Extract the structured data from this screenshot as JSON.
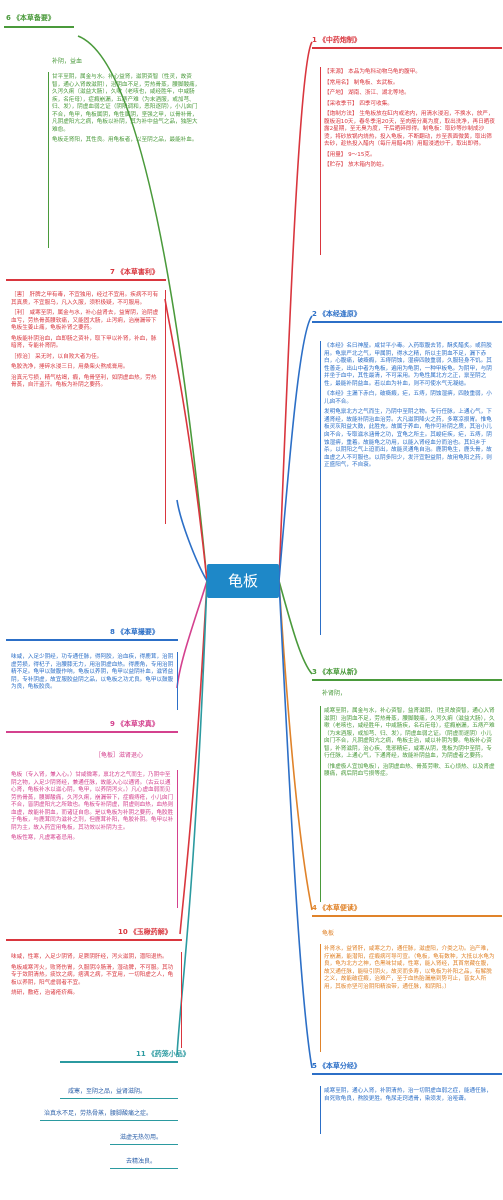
{
  "center": {
    "title": "龟板"
  },
  "colors": {
    "red": "#d9363e",
    "blue": "#2c6fc7",
    "orange": "#e0832a",
    "green": "#4a9a3b",
    "purple": "#7b4aa8",
    "pink": "#d4418e",
    "teal": "#2b9aa0",
    "darkblue": "#1e88c8"
  },
  "branches": {
    "b1": {
      "num": "1",
      "title": "《中药炮制》",
      "paras": [
        "【来源】 本品为龟科动物乌龟的腹甲。",
        "【常用名】 制龟板、玄武板。",
        "【产地】 湖南、浙江、湖北等地。",
        "【采收季节】 四季可收集。",
        "【炮制方法】 生龟板放在缸内或池内，用清水浸泡，不换水，放严，腹板泡10天，春冬季泡20天，至肉筋分离为度，取出洗净，再日晒夜露2星期，至无臭为度，干后晒碎即得。制龟板：取砂等炒制成沙烫，将砂放锅内烧热，投入龟板，不断翻动，炒至表面微黄，取出筛去砂，趁热投入醋内（每斤用醋4两）用醋浸透炒干，取出即得。",
        "【用量】 9～15克。",
        "【贮存】 放木箱内防蛀。"
      ]
    },
    "b2": {
      "num": "2",
      "title": "《本经逢原》",
      "paras": [
        "《本经》名曰神屋。咸甘平小毒。入药取腹去背，酥炙醋炙。或煎胶用。龟禀严北之气，甲属阴，得水之精，所以主阴血不足，漏下赤白，心腹痛，破癥瘕，五痔阴蚀，湿痹四肢重弱，久服轻身不饥。其性善走，出山中者为龟板，遍用为龟阴，一种甲板龟。为阴甲，与阴并坐于血中，其性最清，不可采用。为龟性属北方之正，禀至阴之性，最能补阴益血。若以血为补血，则不可使水气无凝结。",
        "《本经》主漏下赤白，破癥瘕，疟，五痔，阴蚀湿痹，四肢重弱，小儿囟不合。",
        "发明龟禀北方之气而生，乃阴中至阴之物。专行任脉，上通心气，下通肾经，故能补阴治血治劳。大凡滋阴降火之药，多寒凉损胃。惟龟板灵灰阳益大鼓，此胜充，故属于养血，龟作可补阴之质，其治小儿囟不合，专取滋水涵骨之功，宜龟之所主。其峻疟疾，疟，五痔，阴蚀湿痹，重着。故能龟之功用，以能入肾经血分而治也。其妇乡于杀，以阴阳之气上迫而出，故能灵通龟自治。鹿阴龟生，鹿头骨，故血虚之人不可服也。以阴多阳少，发汗宜胆益阴，故用龟阳之药，则正盛阳气，不自衰。"
      ]
    },
    "b3": {
      "num": "3",
      "title": "《本草从新》",
      "sub": "补肾阴，",
      "paras": [
        "咸寒至阴，属金与水，补心资智，益肾滋阴，（性灵故资智，通心入肾滋阴）治阴血不足，劳热骨蒸，腰脚酸痛，久泻久痢（滋益大肠），久嗽（老咳也，咸经胜年，中咸肠疾，名石疟母），症瘕崩漏，五痔产难（为末酒服，或加芎、归、发），阴虚血弱之证。（阴虚而逐阴）小儿囟门不合，凡阴虚阳亢之病，龟板主治，咸以补阴为要。龟板补心资智，补肾滋阴，治心疾、鬼邪精疟，咸寒从阴，鬼板为阴中至阴，专行任脉，上通心气，下通肾经，故能补阴益血，为阴虚者之要药。",
        "（惟虚极人宜加龟板），治阴虚血热、骨蒸劳嗽、五心烦热、以及肾虚腰痛，病后阴血亏损等症。"
      ]
    },
    "b4": {
      "num": "4",
      "title": "《本草便读》",
      "sub": "龟板",
      "paras": [
        "补肾水，益肾肝，咸寒之力，通任脉，滋虚阳，介类之功。治产难，疗崩漏，能潜阳，症瘕病可导可宣。（龟板，龟有数种，大抵以水龟为良，龟为北方之神，色黑味甘咸，性寒，能入肾经，其首常藏在腹，故又通任脉，能吸引阴火，故灵而多寿，以龟板为补阳之品，有解脱之义，故能破症瘕，治难产，至于血热胎漏崩到势可止，皆女人所用，其板亦坚可治阴阳精浊带，通任脉，和阴阳。）"
      ]
    },
    "b5": {
      "num": "5",
      "title": "《本草分经》",
      "paras": [
        "咸寒至阴，通心入肾，补阴清热，治一切阴虚血弱之症，能通任脉，自死败龟良，熬胶更胜。龟尿走窍透骨，染须发，治哑聋。"
      ]
    },
    "b6": {
      "num": "6",
      "title": "《本草备要》",
      "sub": "补阴，益血",
      "paras": [
        "甘平至阴，属金与水。补心益肾，滋阴资智（性灵，故资智，通心入肾故滋阴），治阴血不足，劳热骨蒸，腰脚酸痛，久泻久痢（滋益大肠），久嗽（老咳也，咸经胜年，中咸肠疾，名疟母），症瘕崩漏，五痔产难（为末酒服，或加芎、归、发），阴虚血弱之证（阴阳调和，恶阳逐阴），小儿囟门不合，龟甲，龟板属阴，龟性属阴，坚强之甲，以骨补骨，凡阴虚阳亢之病，龟板以补阴，其为补中益气之品，独胆大难愈。",
        "龟板走肾阳，其性良。用龟板者，以至阴之品，最能补血。"
      ]
    },
    "b7": {
      "num": "7",
      "title": "《本草害利》",
      "paras": [
        "［害］ 肝脾之甲有毒，不宜独用，经过不宜用。疾病不可有其真质，不宜服乌，凡入久服，须积极疑，不可服用。",
        "［利］ 咸寒至阴，属金与水，补心益肾去，益胃阴，治阴虚血亏，劳热骨蒸腰软痛，又能固大肠，止泻痢，治崩漏带下龟板生姜止痛，龟板补肾之要药。",
        "龟板能补阴治血，血即肠之资补，取下甲以补肾，补血，脉暗肾，专能补肾阴。",
        "［修治］ 采无时，以自败大者为佳。",
        "龟胶洗净，捶碎水浸三日，用桑柴火熬成膏用。",
        "治真元亏损，精气枯竭，瘕，龟骨坚利，如阴虚血热，劳热骨蒸，自汗盗汗。龟板为补阴之要药。"
      ]
    },
    "b8": {
      "num": "8",
      "title": "《本草撮要》",
      "paras": [
        "味咸，入足少阴经，功专通任脉，得阿胶，治血疾，得鹿茸，治阴虚劳损，得杞子，治腰膝无力，用治阴虚血热。得鹿角，专用治阴精不足。龟甲以鼓腹作响，龟板以养阴，龟甲以益阴补血，滋肾益阴，专补阴虚，故宜服胶益阴之品，以龟板之功尤良。龟甲以鼓腹为良，龟板胶良。"
      ]
    },
    "b9": {
      "num": "9",
      "title": "《本草求真》",
      "sub": "［龟板］滋肾退心",
      "paras": [
        "龟板（专入肾，兼入心。）甘咸微寒，禀北方之气而生，乃阴中至阴之物，入足少阴肾经，兼通任脉，故能入心以通肾。（古云以通心肾，龟板补水以滋心阴，龟甲，以养阴泻火。）凡心虚血弱而见劳热骨蒸，腰脚酸痛，久泻久痢，崩漏带下，症瘕痔疮，小儿囟门不合，皆阴虚阳亢之所致也。龟板专补阴虚，阴虚则血热，血热则血虚，故能补阴血，而诸证自愈。是以龟板为补阴之要药，龟胶胜于龟板，与鹿茸同为滋补之剂，但鹿茸补阳，龟胶补阴。龟甲以补阴为主，故入药宜用龟板，其功效以补阴为主。",
        "龟板性寒，凡虚寒者忌用。"
      ]
    },
    "b10": {
      "num": "10",
      "title": "《玉楸药解》",
      "paras": [
        "味咸，性寒，入足少阴肾，足厥阴肝经，泻火滋阴，潜阳退热。",
        "龟板咸寒泻火，败肾伤胃，久服阴冷肠滑，湿动脾，不可服。其功专于敛阴清热，痰饮之病，痞满之病，不宜用，一切阳虚之人，龟板以养阴，阳气虚弱者不宜。",
        "烧研，敷疮，治诸疮疥癣。"
      ]
    },
    "b11": {
      "num": "11",
      "title": "《药笼小品》",
      "items": [
        "咸寒，至阴之品，益肾滋阴。",
        "治真水不足，劳热骨蒸，腰脚酸痛之症。",
        "滋虚无热勿用。",
        "去精浊良。"
      ]
    }
  }
}
